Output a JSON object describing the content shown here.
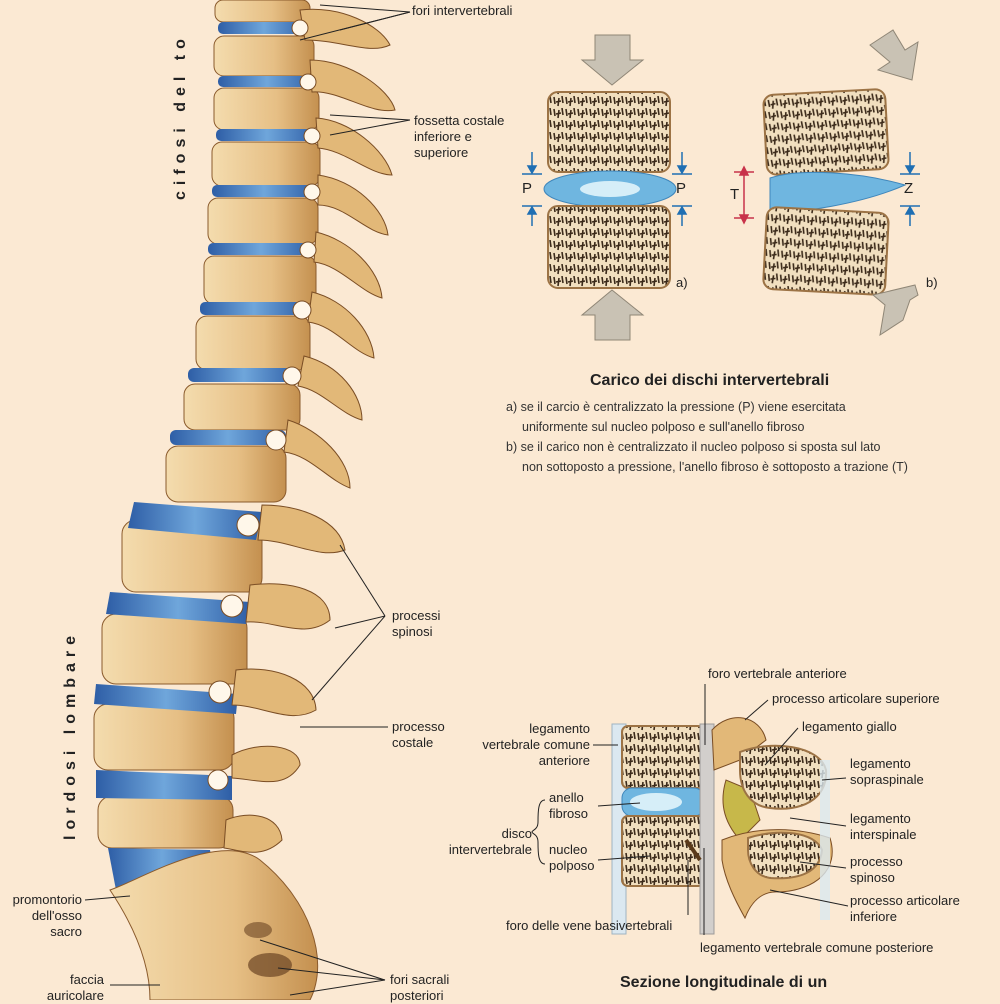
{
  "spine_regions": {
    "thoracic": "cifosi del to",
    "lumbar": "lordosi lombare"
  },
  "spine_labels": {
    "fori_intervertebrali": "fori intervertebrali",
    "fossetta_costale": "fossetta costale\ninferiore e\nsuperiore",
    "processi_spinosi": "processi\nspinosi",
    "processo_costale": "processo\ncostale",
    "promontorio": "promontorio\ndell'osso sacro",
    "faccia_auricolare": "faccia\nauricolare",
    "fori_sacrali": "fori sacrali\nposteriori"
  },
  "disc_load": {
    "markers": {
      "p_left": "P",
      "p_right": "P",
      "t": "T",
      "z": "Z",
      "a": "a)",
      "b": "b)"
    },
    "title": "Carico dei dischi intervertebrali",
    "lines": [
      "a) se il carcio è centralizzato la pressione (P) viene esercitata",
      "uniformente sul nucleo polposo e sull'anello fibroso",
      "b) se il carico non è centralizzato il nucleo polposo si sposta sul lato",
      "non sottoposto a pressione, l'anello fibroso è sottoposto a trazione (T)"
    ]
  },
  "section": {
    "labels": {
      "foro_vertebrale_anteriore": "foro vertebrale anteriore",
      "processo_articolare_superiore": "processo articolare superiore",
      "legamento_giallo": "legamento giallo",
      "legamento_vertebrale_comune_anteriore": "legamento\nvertebrale comune\nanteriore",
      "legamento_sopraspinale": "legamento\nsopraspinale",
      "anello_fibroso": "anello\nfibroso",
      "legamento_interspinale": "legamento\ninterspinale",
      "disco_intervertebrale": "disco\nintervertebrale",
      "nucleo_polposo": "nucleo\npolposo",
      "processo_spinoso": "processo\nspinoso",
      "processo_articolare_inferiore": "processo articolare\ninferiore",
      "foro_vene_basivertebrali": "foro delle vene basivertebrali",
      "legamento_vertebrale_comune_posteriore": "legamento vertebrale comune posteriore"
    },
    "title": "Sezione longitudinale di un"
  },
  "colors": {
    "background": "#fbe9d3",
    "bone": "#e8c48a",
    "bone_dark": "#b9834a",
    "disc": "#3f6fb5",
    "disc_light": "#8fc8e8",
    "arrow": "#c9c2b4",
    "marker_blue": "#1f6fb3",
    "marker_red": "#c8334a"
  }
}
